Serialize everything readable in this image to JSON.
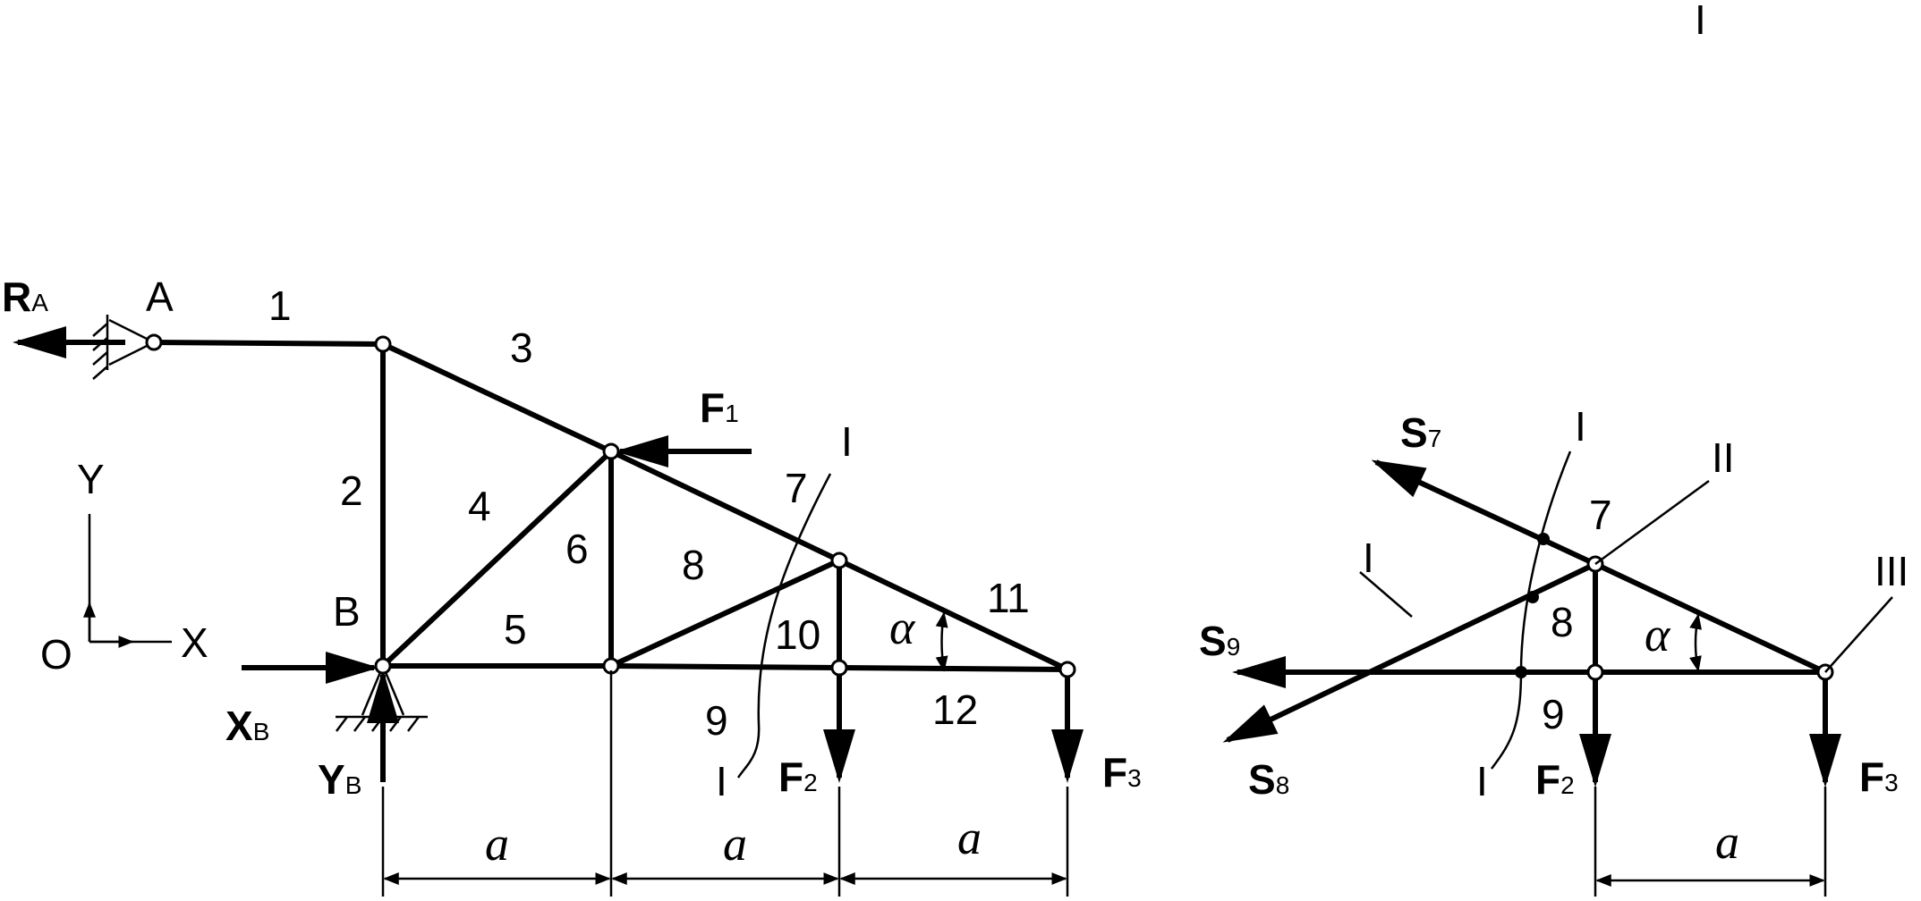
{
  "labels": {
    "top_mark": "I",
    "left": {
      "R_A": "R",
      "R_A_sub": "A",
      "A": "A",
      "B": "B",
      "X_B": "X",
      "X_B_sub": "B",
      "Y_B": "Y",
      "Y_B_sub": "B",
      "F1": "F",
      "F1_sub": "1",
      "F2": "F",
      "F2_sub": "2",
      "F3": "F",
      "F3_sub": "3",
      "axis_x": "X",
      "axis_y": "Y",
      "origin": "O",
      "alpha": "α",
      "section_top": "I",
      "section_bottom": "I",
      "members": [
        "1",
        "2",
        "3",
        "4",
        "5",
        "6",
        "7",
        "8",
        "9",
        "10",
        "11",
        "12"
      ],
      "dims": [
        "a",
        "a",
        "a"
      ]
    },
    "right": {
      "S7": "S",
      "S7_sub": "7",
      "S8": "S",
      "S8_sub": "8",
      "S9": "S",
      "S9_sub": "9",
      "F2": "F",
      "F2_sub": "2",
      "F3": "F",
      "F3_sub": "3",
      "alpha": "α",
      "section_I_top": "I",
      "section_I_left": "I",
      "section_I_bottom": "I",
      "section_II": "II",
      "section_III": "III",
      "m7": "7",
      "m8": "8",
      "m9": "9",
      "dim": "a"
    }
  }
}
